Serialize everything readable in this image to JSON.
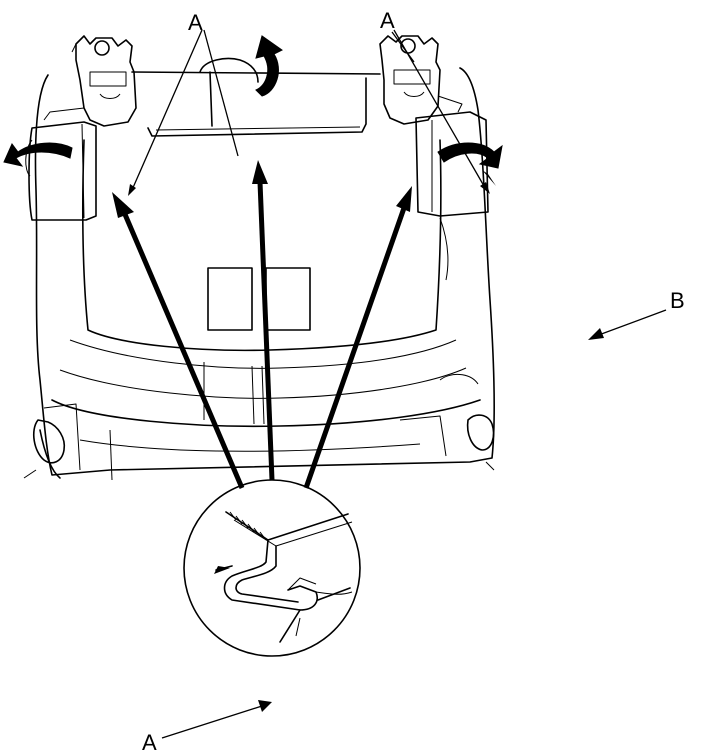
{
  "labels": {
    "part_top_left": "A",
    "part_top_right": "A",
    "view_side": "B",
    "view_bottom": "A"
  },
  "colors": {
    "line": "#000000",
    "background": "#ffffff"
  }
}
